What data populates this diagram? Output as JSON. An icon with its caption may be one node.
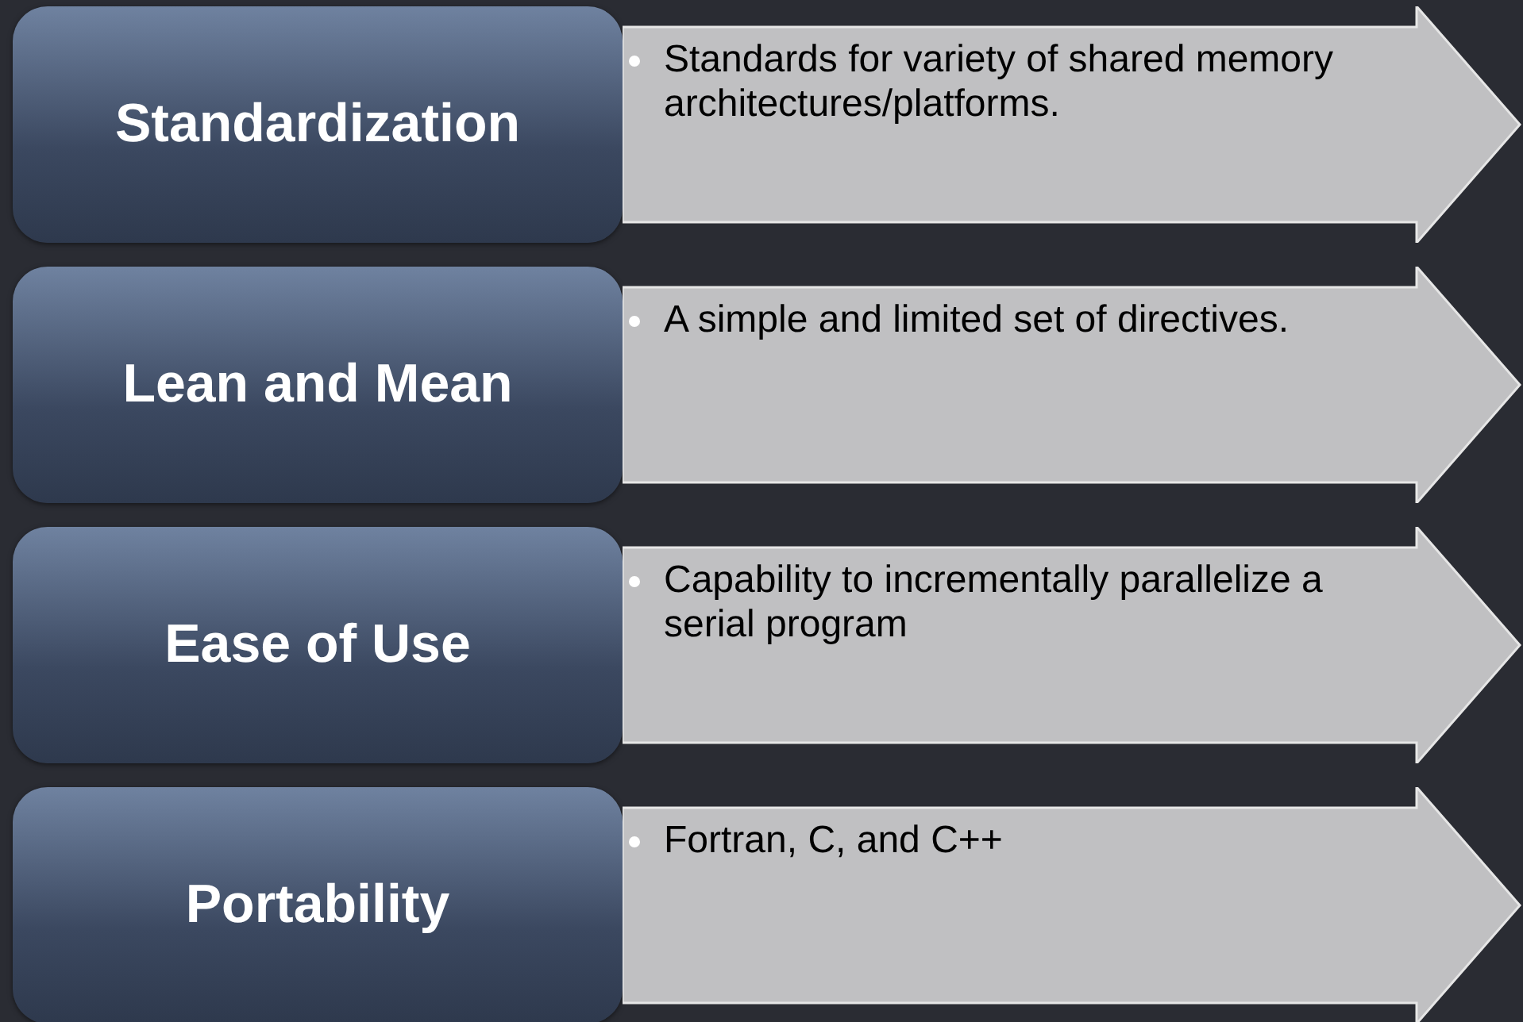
{
  "diagram": {
    "nodes": [
      {
        "text": [
          "Standardization"
        ]
      },
      {
        "text": [
          "Standards for variety of shared memory architectures/platforms."
        ]
      },
      {
        "text": [
          "Lean and Mean"
        ]
      },
      {
        "text": [
          "A simple and limited set of directives."
        ]
      },
      {
        "text": [
          "Ease of Use"
        ]
      },
      {
        "text": [
          "Capability to incrementally parallelize a serial program"
        ]
      },
      {
        "text": [
          "Portability"
        ]
      },
      {
        "text": [
          "Fortran, C, and C++"
        ]
      }
    ]
  }
}
